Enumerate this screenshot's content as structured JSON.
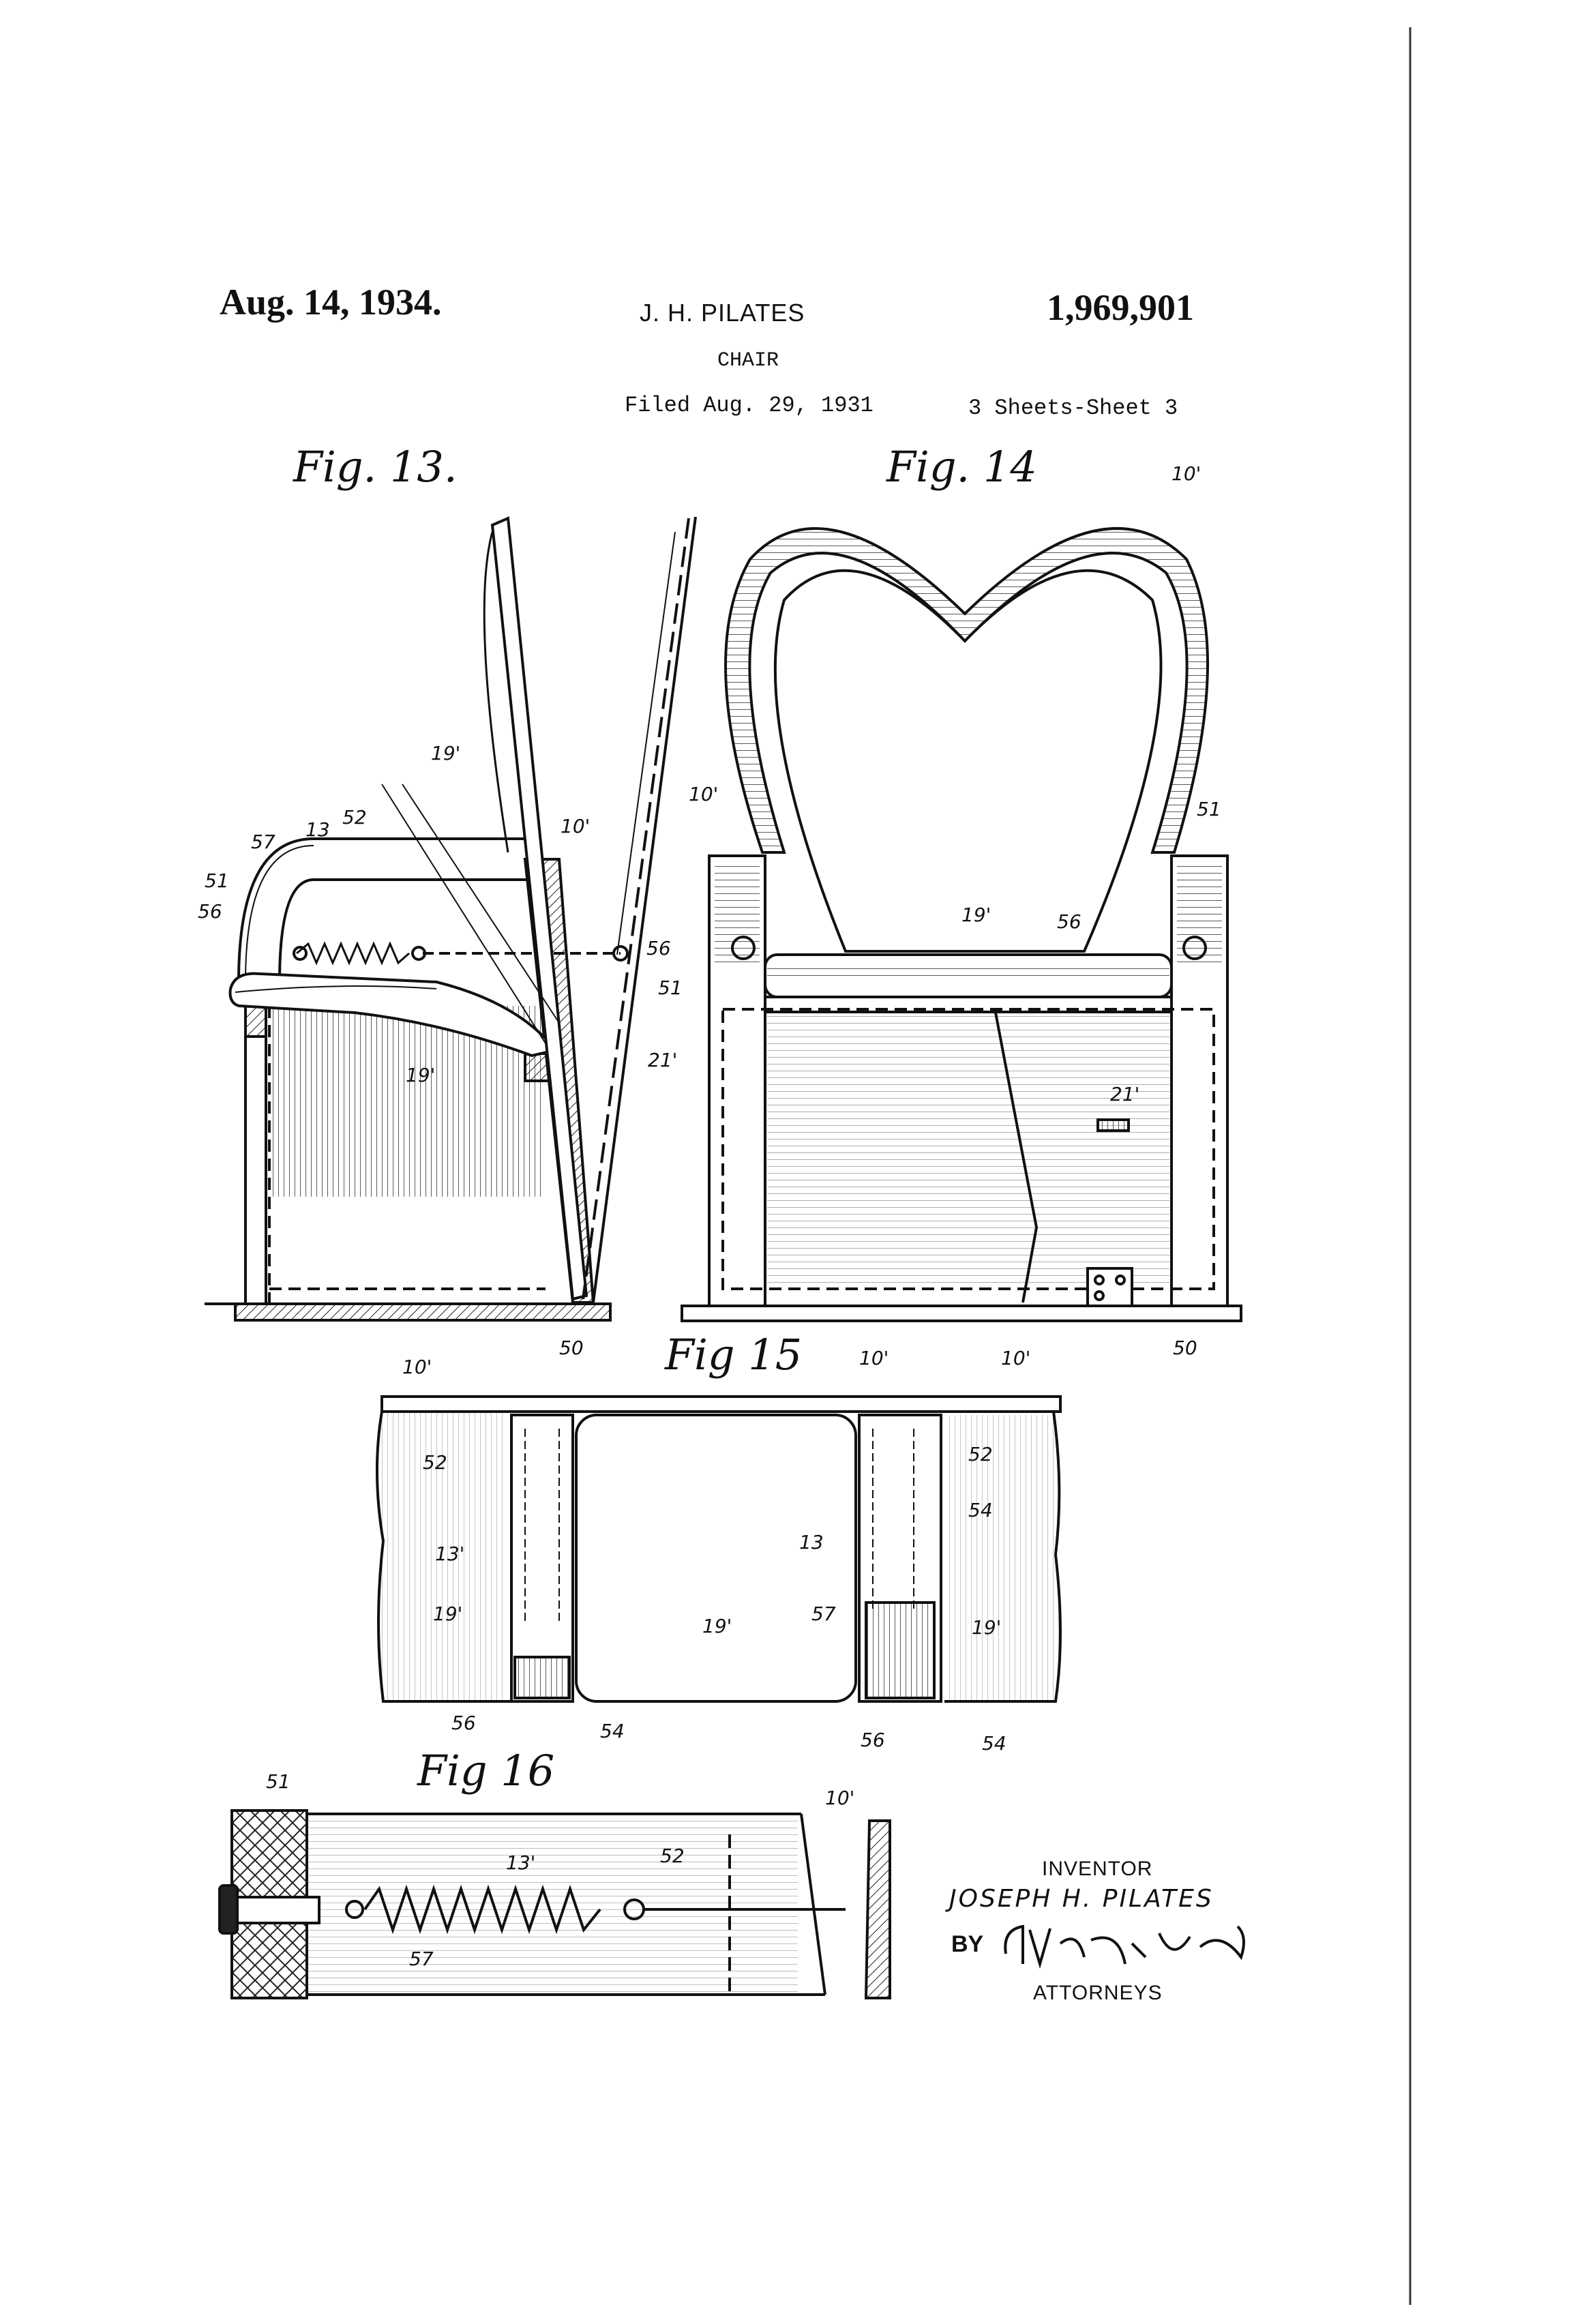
{
  "header": {
    "date": "Aug. 14, 1934.",
    "inventor_short": "J. H. PILATES",
    "patent_number": "1,969,901",
    "title": "CHAIR",
    "filed": "Filed Aug. 29, 1931",
    "sheets": "3 Sheets-Sheet 3"
  },
  "figures": {
    "fig13": "Fig. 13.",
    "fig14": "Fig. 14",
    "fig15": "Fig 15",
    "fig16": "Fig 16"
  },
  "refs": {
    "r10": "10'",
    "r13": "13",
    "r13p": "13'",
    "r19": "19'",
    "r21": "21'",
    "r50": "50",
    "r51": "51",
    "r52": "52",
    "r54": "54",
    "r56": "56",
    "r57": "57"
  },
  "signature": {
    "inventor_label": "INVENTOR",
    "inventor_name": "JOSEPH H. PILATES",
    "by": "BY",
    "attorney_signature": "Moses & Nolte",
    "attorneys_label": "ATTORNEYS"
  }
}
